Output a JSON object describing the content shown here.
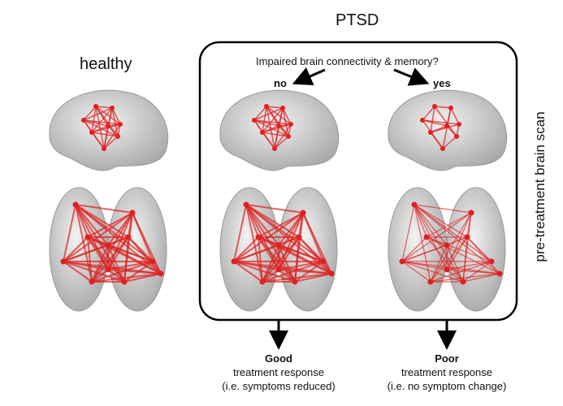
{
  "titles": {
    "healthy": "healthy",
    "ptsd": "PTSD"
  },
  "question": "Impaired brain connectivity & memory?",
  "branches": {
    "no": "no",
    "yes": "yes"
  },
  "side_label": "pre-treatment brain scan",
  "outcomes": [
    {
      "label": "Good",
      "line1": "treatment response",
      "line2": "(i.e. symptoms reduced)"
    },
    {
      "label": "Poor",
      "line1": "treatment response",
      "line2": "(i.e. no symptom change)"
    }
  ],
  "colors": {
    "network": "#e02020",
    "brain": "#c8c8c8",
    "frame": "#000000"
  }
}
